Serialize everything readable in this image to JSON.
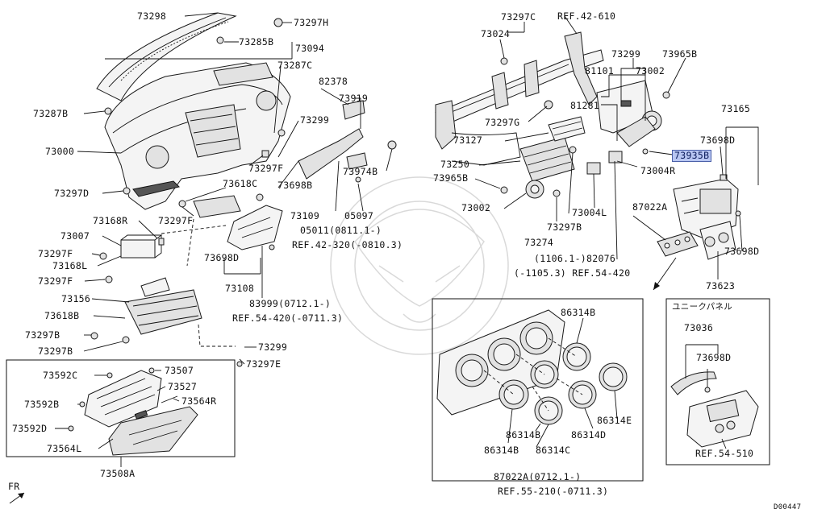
{
  "labels": {
    "p73298": "73298",
    "p73297H": "73297H",
    "p73285B": "73285B",
    "p73094": "73094",
    "p73287C": "73287C",
    "p73287B": "73287B",
    "p73000": "73000",
    "p73297D": "73297D",
    "p73168R": "73168R",
    "p73007": "73007",
    "p73297F_a": "73297F",
    "p73168L": "73168L",
    "p73297F_b": "73297F",
    "p73156": "73156",
    "p73618B": "73618B",
    "p73297B_a": "73297B",
    "p73297B_b": "73297B",
    "p73618C": "73618C",
    "p73297F_c": "73297F",
    "p73297F_d": "73297F",
    "p73299_a": "73299",
    "p73698B": "73698B",
    "p82378": "82378",
    "p73919": "73919",
    "p73974B": "73974B",
    "p73109": "73109",
    "p05097": "05097",
    "p05011": "05011(0811.1-)",
    "ref42320": "REF.42-320(-0810.3)",
    "p73698D_a": "73698D",
    "p73108": "73108",
    "p83999": "83999(0712.1-)",
    "ref54420a": "REF.54-420(-0711.3)",
    "p73299_b": "73299",
    "p73297E": "73297E",
    "p73592C": "73592C",
    "p73507": "73507",
    "p73527": "73527",
    "p73592B": "73592B",
    "p73564R": "73564R",
    "p73592D": "73592D",
    "p73564L": "73564L",
    "p73508A": "73508A",
    "fr": "FR",
    "p73297C": "73297C",
    "ref42610": "REF.42-610",
    "p73024": "73024",
    "p73299_c": "73299",
    "p73965B_a": "73965B",
    "p81101": "81101",
    "p73002_a": "73002",
    "p81281": "81281",
    "p73297G": "73297G",
    "p73165": "73165",
    "p73127": "73127",
    "p73698D_b": "73698D",
    "p73935B": "73935B",
    "p73250": "73250",
    "p73004R": "73004R",
    "p73965B_b": "73965B",
    "p87022A_a": "87022A",
    "p73004L": "73004L",
    "p73002_b": "73002",
    "p73297B_c": "73297B",
    "p73274": "73274",
    "p82076": "(1106.1-)82076",
    "ref54420b": "(-1105.3) REF.54-420",
    "p73698D_c": "73698D",
    "p73623": "73623",
    "unique_panel": "ユニークパネル",
    "p73036": "73036",
    "p73698D_d": "73698D",
    "ref54510": "REF.54-510",
    "p86314B_a": "86314B",
    "p86314E": "86314E",
    "p86314B_b": "86314B",
    "p86314D": "86314D",
    "p86314B_c": "86314B",
    "p86314C": "86314C",
    "p87022A_b": "87022A(0712.1-)",
    "ref55210": "REF.55-210(-0711.3)",
    "code": "D00447"
  }
}
